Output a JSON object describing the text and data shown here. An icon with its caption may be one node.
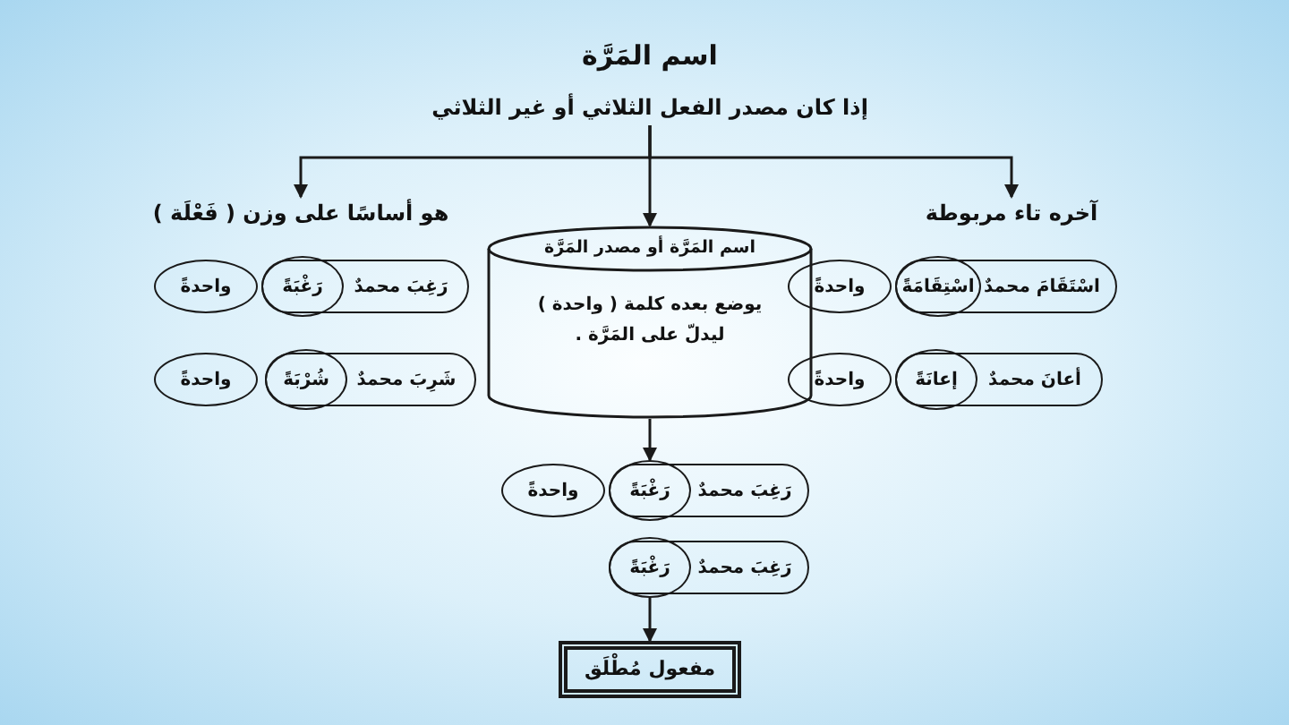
{
  "diagram": {
    "title": "اسم المَرَّة",
    "nodes": [
      {
        "text": [
          "إذا كان مصدر الفعل الثلاثي أو غير الثلاثي"
        ]
      },
      {
        "text": [
          "آخره تاء مربوطة"
        ]
      },
      {
        "text": [
          "اسم المَرَّة أو مصدر المَرَّة",
          "يوضع بعده كلمة ( واحدة ) ليدلّ على المَرَّة ."
        ]
      },
      {
        "text": [
          "هو أساسًا على وزن ( فَعْلَة )"
        ]
      },
      {
        "text": [
          "اسْتَقَامَ محمدٌ"
        ]
      },
      {
        "text": [
          "اسْتِقَامَةً"
        ]
      },
      {
        "text": [
          "واحدةً"
        ]
      },
      {
        "text": [
          "رَغِبَ محمدٌ"
        ]
      },
      {
        "text": [
          "رَغْبَةً"
        ]
      },
      {
        "text": [
          "واحدةً"
        ]
      },
      {
        "text": [
          "أعانَ محمدٌ"
        ]
      },
      {
        "text": [
          "إعانَةً"
        ]
      },
      {
        "text": [
          "واحدةً"
        ]
      },
      {
        "text": [
          "شَرِبَ محمدٌ"
        ]
      },
      {
        "text": [
          "شُرْبَةً"
        ]
      },
      {
        "text": [
          "واحدةً"
        ]
      },
      {
        "text": [
          "رَغِبَ محمدٌ"
        ]
      },
      {
        "text": [
          "رَغْبَةً"
        ]
      },
      {
        "text": [
          "واحدةً"
        ]
      },
      {
        "text": [
          "رَغِبَ محمدٌ"
        ]
      },
      {
        "text": [
          "رَغْبَةً"
        ]
      },
      {
        "text": [
          "مفعول مُطْلَق"
        ]
      }
    ],
    "edges": [
      {
        "from": 0,
        "to": 1,
        "arrow": "to"
      },
      {
        "from": 0,
        "to": 2,
        "arrow": "to"
      },
      {
        "from": 0,
        "to": 3,
        "arrow": "to"
      },
      {
        "from": 2,
        "to": 17,
        "arrow": "to"
      },
      {
        "from": 20,
        "to": 21,
        "arrow": "to"
      }
    ]
  }
}
